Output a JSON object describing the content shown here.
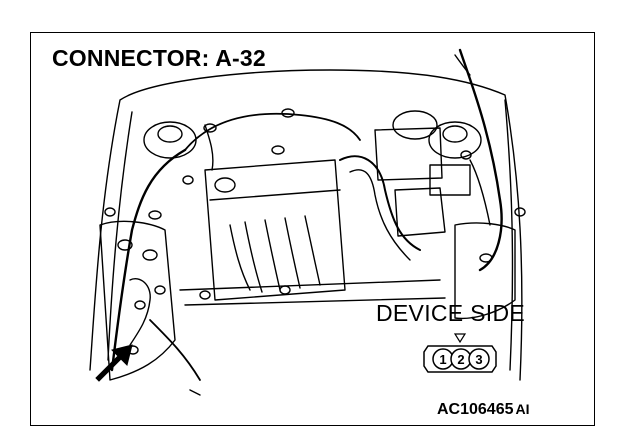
{
  "diagram": {
    "title": "CONNECTOR: A-32",
    "device_side_label": "DEVICE SIDE",
    "connector_pins": [
      "1",
      "2",
      "3"
    ],
    "figure_code": "AC106465",
    "figure_code_suffix": "AI",
    "colors": {
      "line": "#000000",
      "background": "#ffffff"
    },
    "icons": [
      "pointer-arrow-icon",
      "triangle-marker-icon"
    ]
  }
}
